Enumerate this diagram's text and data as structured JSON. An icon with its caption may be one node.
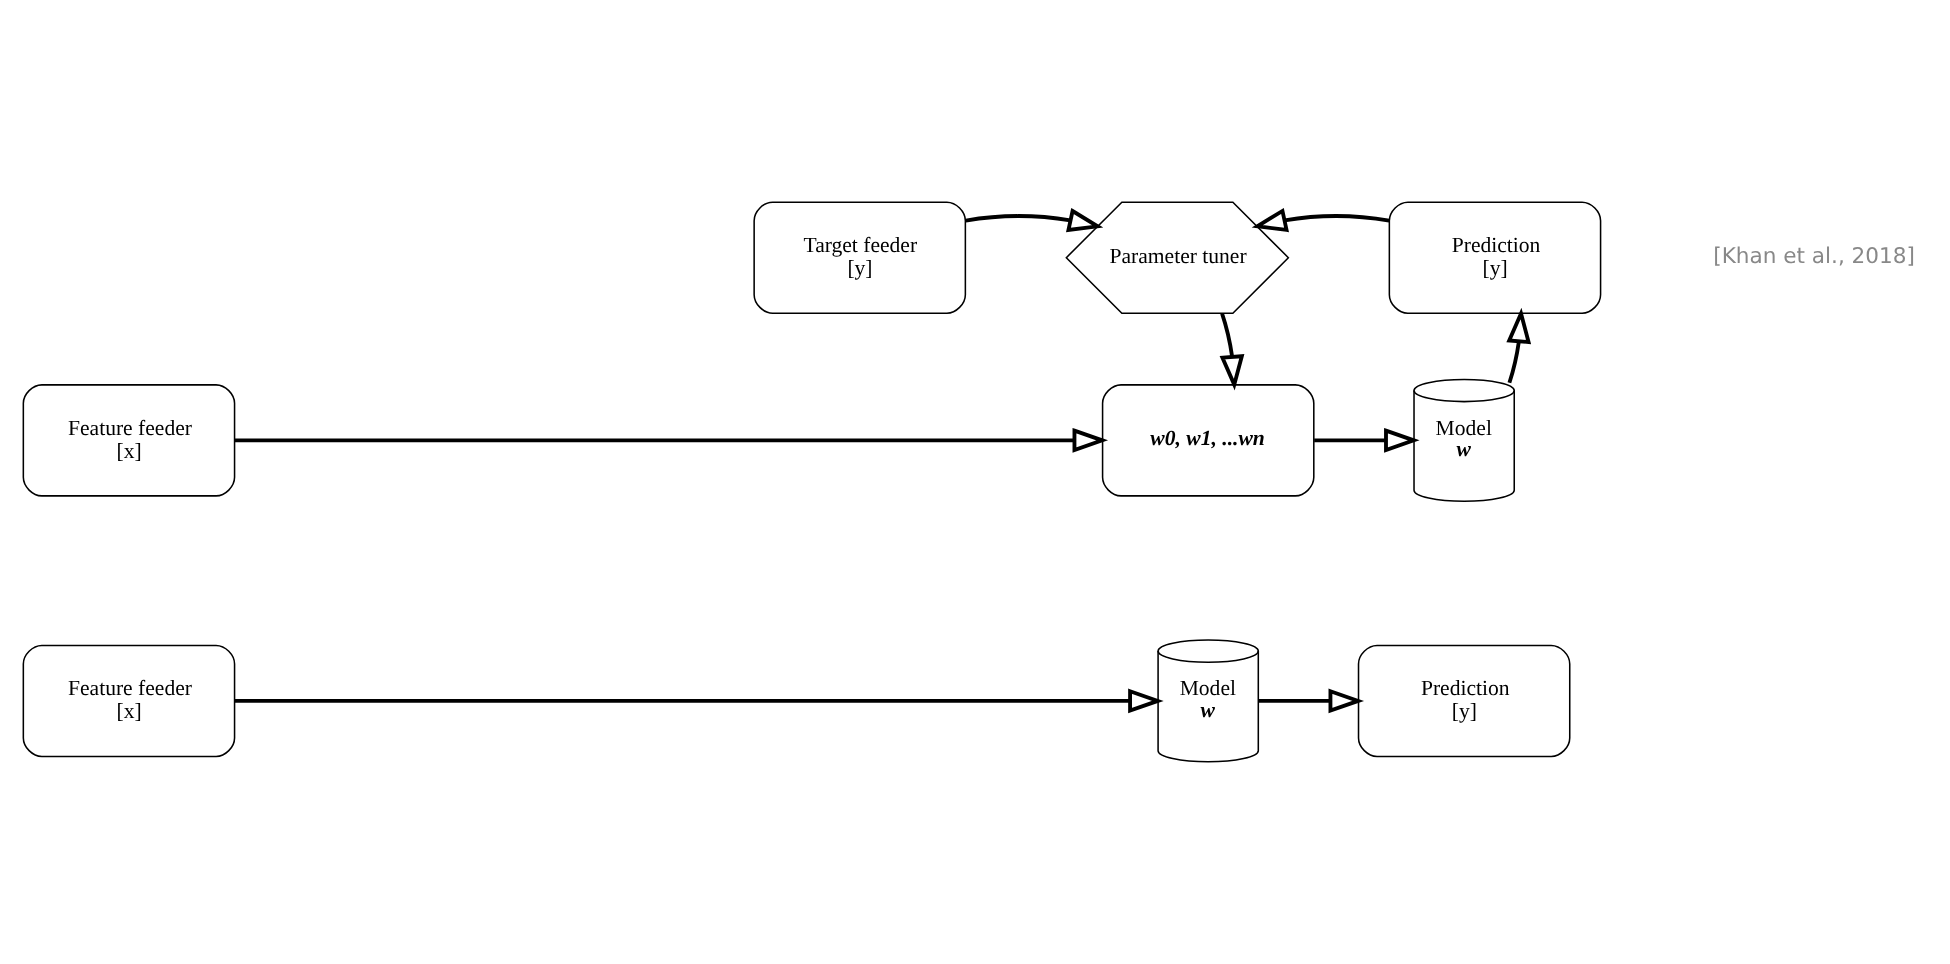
{
  "diagram": {
    "nodes": [
      {
        "text": [
          "Target feeder",
          "[y]"
        ]
      },
      {
        "text": [
          "Parameter tuner"
        ]
      },
      {
        "text": [
          "Prediction",
          "[y]"
        ]
      },
      {
        "text": [
          "Feature feeder",
          "[x]"
        ]
      },
      {
        "text": [
          "w0, w1, ...wn"
        ]
      },
      {
        "text": [
          "Model",
          "w"
        ]
      },
      {
        "text": [
          "Feature feeder",
          "[x]"
        ]
      },
      {
        "text": [
          "Model",
          "w"
        ]
      },
      {
        "text": [
          "Prediction",
          "[y]"
        ]
      }
    ],
    "edges": [
      {
        "from": 0,
        "to": 1,
        "arrow": "to"
      },
      {
        "from": 2,
        "to": 1,
        "arrow": "to"
      },
      {
        "from": 1,
        "to": 4,
        "arrow": "to"
      },
      {
        "from": 3,
        "to": 4,
        "arrow": "to"
      },
      {
        "from": 4,
        "to": 5,
        "arrow": "to"
      },
      {
        "from": 5,
        "to": 2,
        "arrow": "to"
      },
      {
        "from": 6,
        "to": 7,
        "arrow": "to"
      },
      {
        "from": 7,
        "to": 8,
        "arrow": "to"
      }
    ],
    "labels": [
      "[Khan et al., 2018]"
    ]
  }
}
